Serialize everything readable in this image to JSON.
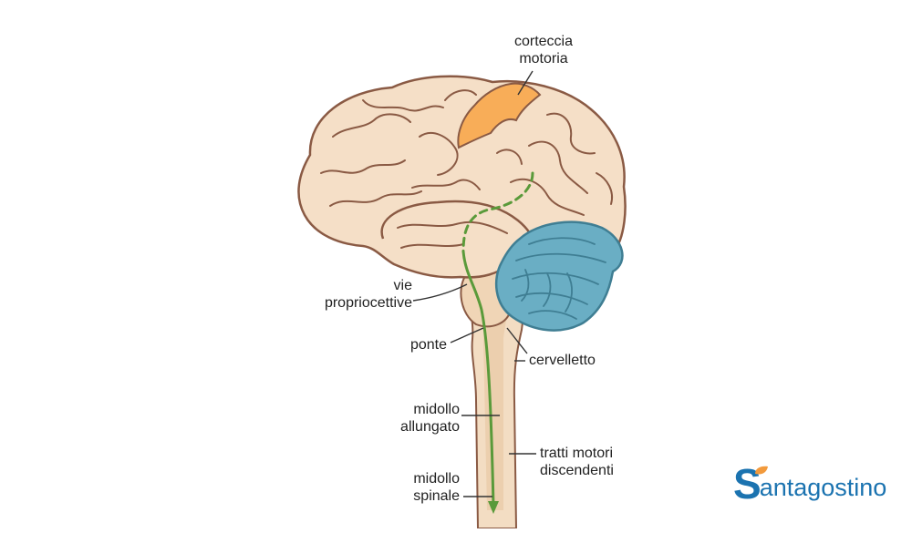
{
  "labels": {
    "motor_cortex": [
      "corteccia",
      "motoria"
    ],
    "proprioceptive_pathways": [
      "vie",
      "propriocettive"
    ],
    "pons": "ponte",
    "cerebellum": "cervelletto",
    "medulla": [
      "midollo",
      "allungato"
    ],
    "descending_motor_tracts": [
      "tratti motori",
      "discendenti"
    ],
    "spinal_cord": [
      "midollo",
      "spinale"
    ]
  },
  "logo": {
    "initial": "S",
    "rest": "antagostino"
  },
  "colors": {
    "brain_fill": "#f5dfc7",
    "brain_outline": "#8a5a44",
    "motor_cortex": "#f8ad58",
    "cerebellum": "#6aaec4",
    "cerebellum_outline": "#3f7e93",
    "pathway": "#5a9a3a",
    "stem_fill": "#f3ddc3",
    "logo_blue": "#1b73b0",
    "logo_orange": "#f29a3c"
  }
}
